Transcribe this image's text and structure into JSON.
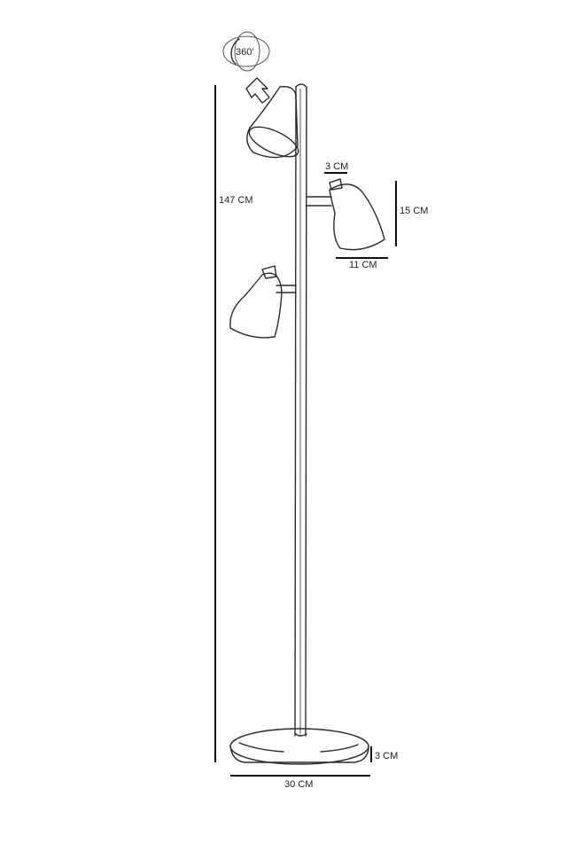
{
  "rotation_badge": "360'",
  "dimensions": {
    "total_height": "147 CM",
    "arm_length": "3 CM",
    "shade_height": "15 CM",
    "shade_width": "11 CM",
    "base_height": "3 CM",
    "base_diameter": "30 CM"
  },
  "colors": {
    "line": "#2a2a2a",
    "dimension": "#111111",
    "background": "#ffffff"
  }
}
